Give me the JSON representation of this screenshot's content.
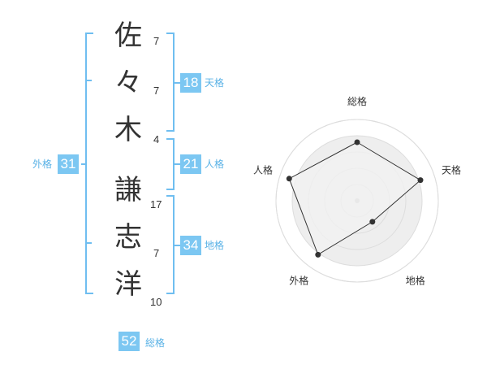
{
  "name_chars": [
    {
      "char": "佐",
      "strokes": "7"
    },
    {
      "char": "々",
      "strokes": "7"
    },
    {
      "char": "木",
      "strokes": "4"
    },
    {
      "char": "謙",
      "strokes": "17"
    },
    {
      "char": "志",
      "strokes": "7"
    },
    {
      "char": "洋",
      "strokes": "10"
    }
  ],
  "fortunes": {
    "tenkaku": {
      "value": "18",
      "label": "天格"
    },
    "jinkaku": {
      "value": "21",
      "label": "人格"
    },
    "chikaku": {
      "value": "34",
      "label": "地格"
    },
    "gaikaku": {
      "value": "31",
      "label": "外格"
    },
    "soukaku": {
      "value": "52",
      "label": "総格"
    }
  },
  "chart_data": {
    "type": "radar",
    "axes": [
      "総格",
      "天格",
      "地格",
      "外格",
      "人格"
    ],
    "values": [
      0.72,
      0.82,
      0.32,
      0.82,
      0.88
    ],
    "range": [
      0,
      1
    ],
    "rings": 5,
    "colors": {
      "fill": "#f2f2f2",
      "line": "#333333",
      "ring": "#dddddd",
      "inner_fill": "#eeeeee",
      "center": "#cccccc"
    }
  }
}
